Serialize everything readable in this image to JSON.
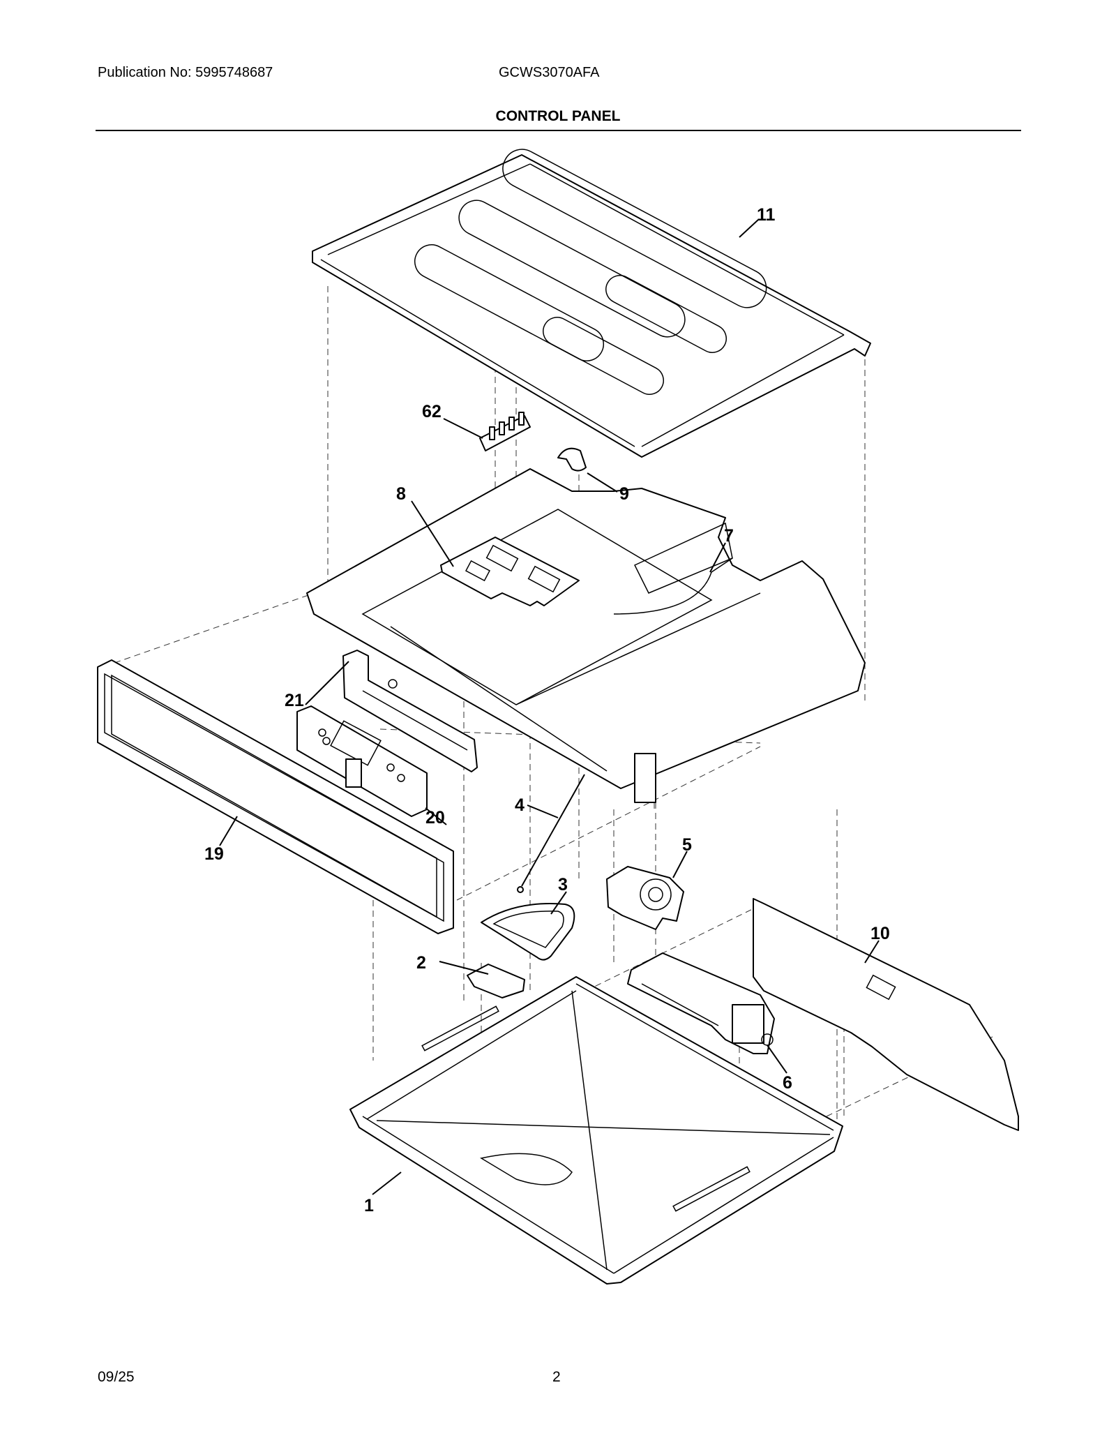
{
  "header": {
    "publication": "Publication No: 5995748687",
    "model": "GCWS3070AFA"
  },
  "title": "CONTROL PANEL",
  "footer": {
    "date": "09/25",
    "page": "2"
  },
  "callouts": {
    "c1": "1",
    "c2": "2",
    "c3": "3",
    "c4": "4",
    "c5": "5",
    "c6": "6",
    "c7": "7",
    "c8": "8",
    "c9": "9",
    "c10": "10",
    "c11": "11",
    "c19": "19",
    "c20": "20",
    "c21": "21",
    "c62": "62"
  }
}
